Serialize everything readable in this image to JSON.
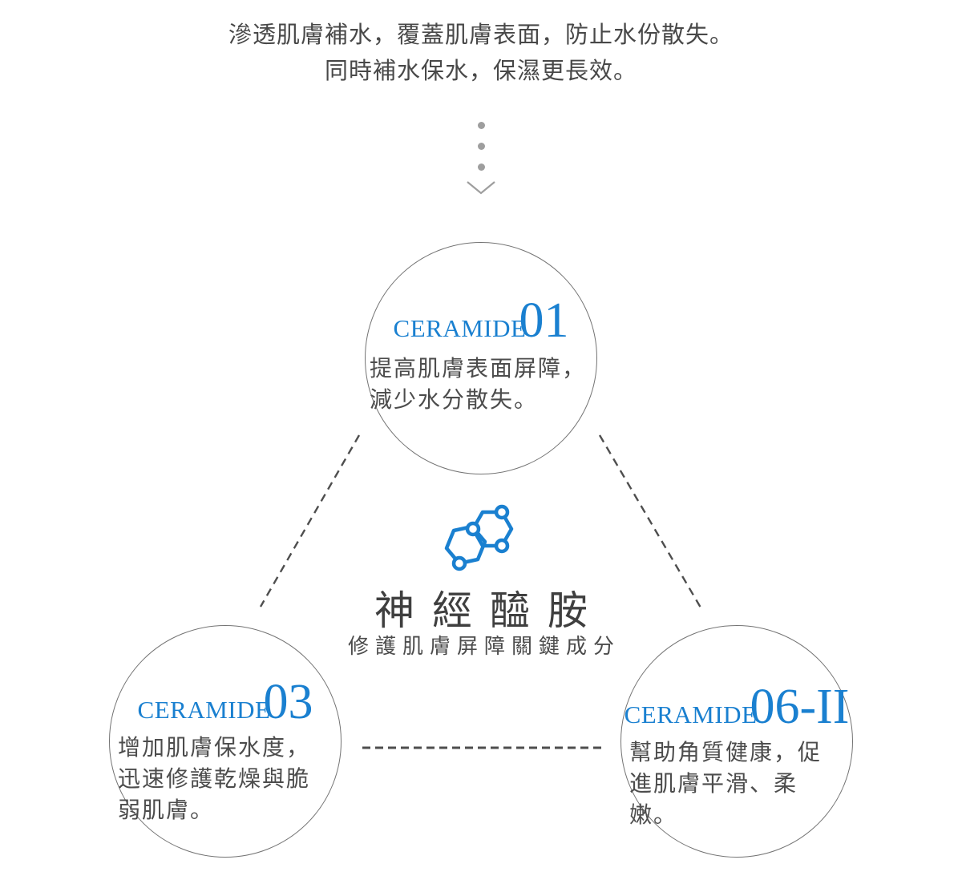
{
  "intro": {
    "line1": "滲透肌膚補水，覆蓋肌膚表面，防止水份散失。",
    "line2": "同時補水保水，保濕更長效。"
  },
  "separator": {
    "dots_count": 3,
    "chevron_icon": "chevron-down-icon"
  },
  "center": {
    "molecule_icon": "molecule-icon",
    "title": "神經醯胺",
    "subtitle": "修護肌膚屏障關鍵成分"
  },
  "ceramides": [
    {
      "brand": "CERAMIDE",
      "number": "01",
      "description": "提高肌膚表面屏障，\n減少水分散失。"
    },
    {
      "brand": "CERAMIDE",
      "number": "03",
      "description": "增加肌膚保水度，\n迅速修護乾燥與脆\n弱肌膚。"
    },
    {
      "brand": "CERAMIDE",
      "number": "06-II",
      "description": "幫助角質健康，促\n進肌膚平滑、柔嫩。"
    }
  ],
  "colors": {
    "accent_blue": "#1a80d0",
    "body_text": "#4c4c4c",
    "title_text": "#3f3f3f",
    "circle_border": "#737373",
    "dash_line": "#4e4e4e",
    "separator_gray": "#9e9e9e"
  }
}
